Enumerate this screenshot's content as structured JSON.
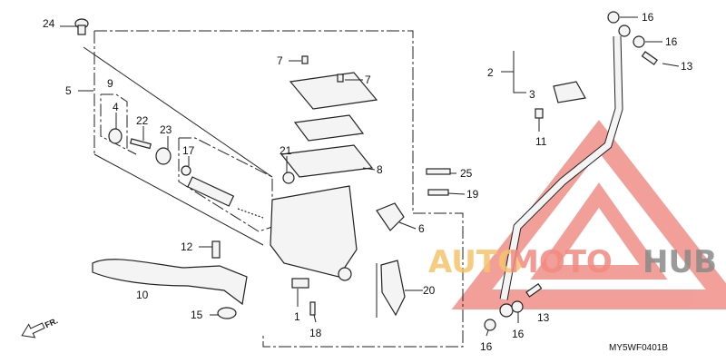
{
  "diagram": {
    "callouts": {
      "c24": "24",
      "c5": "5",
      "c9": "9",
      "c4": "4",
      "c22": "22",
      "c23": "23",
      "c17": "17",
      "c7a": "7",
      "c7b": "7",
      "c21": "21",
      "c8": "8",
      "c25": "25",
      "c19": "19",
      "c6": "6",
      "c12": "12",
      "c10": "10",
      "c15": "15",
      "c1": "1",
      "c18": "18",
      "c20": "20",
      "c16a": "16",
      "c16b": "16",
      "c13a": "13",
      "c2": "2",
      "c3": "3",
      "c11": "11",
      "c16c": "16",
      "c16d": "16",
      "c13b": "13"
    },
    "direction_marker": "FR.",
    "figure_code": "MY5WF0401B"
  },
  "watermark": {
    "text_part1": "AUTO",
    "text_part2": "MOTO",
    "text_part3": "HUB",
    "colors": {
      "auto": "#f7c46a",
      "moto": "#f28a80",
      "hub": "#8a8a8a",
      "triangle": "#f08078"
    }
  }
}
